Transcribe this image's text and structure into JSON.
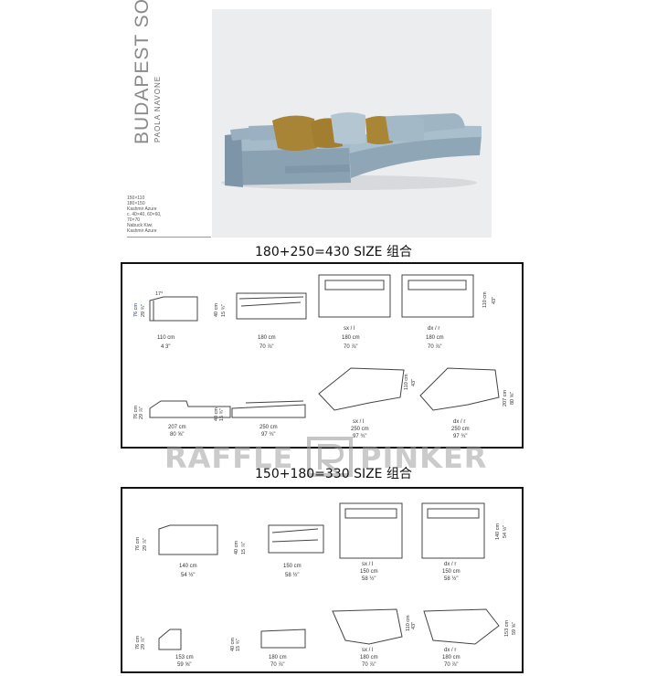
{
  "brand": {
    "title": "BUDAPEST SOFT",
    "designer": "PAOLA NAVONE"
  },
  "spec_lines": [
    "150×110",
    "180×150",
    "Kashmir Azure",
    "c. 40×40, 60×60,",
    "70×70",
    "Nabuck Kiwi",
    "Kashmir Azure"
  ],
  "headings": {
    "set1": "180+250=430 SIZE 组合",
    "set2": "150+180=330 SIZE 组合"
  },
  "watermark": {
    "left": "RAFFLE",
    "right": "PINKER"
  },
  "set1": {
    "row1": {
      "side": {
        "h": "76 cm",
        "h_in": "29 ¾\"",
        "w": "110 cm",
        "w_in": "4 3\"",
        "angle": "17°"
      },
      "front": {
        "h": "40 cm",
        "h_in": "15 ¾\"",
        "w": "180 cm",
        "w_in": "70 ⅞\""
      },
      "sx": {
        "label": "sx / l",
        "w": "180 cm",
        "w_in": "70 ⅞\""
      },
      "dx": {
        "label": "dx / r",
        "w": "180 cm",
        "w_in": "70 ⅞\"",
        "d": "110 cm",
        "d_in": "43\""
      }
    },
    "row2": {
      "side": {
        "h": "76 cm",
        "h_in": "29 ⅞\"",
        "w": "207 cm",
        "w_in": "80 ⅝\""
      },
      "front": {
        "h": "40 cm",
        "h_in": "15 ¾\"",
        "w": "250 cm",
        "w_in": "97 ¾\""
      },
      "sx": {
        "label": "sx / l",
        "w": "250 cm",
        "w_in": "97 ¾\"",
        "d": "110 cm",
        "d_in": "43\""
      },
      "dx": {
        "label": "dx / r",
        "w": "250 cm",
        "w_in": "97 ¾\"",
        "d": "207 cm",
        "d_in": "80 ⅝\""
      }
    }
  },
  "set2": {
    "row1": {
      "side": {
        "h": "76 cm",
        "h_in": "29 ⅞\"",
        "w": "140 cm",
        "w_in": "54 ½\""
      },
      "front": {
        "h": "40 cm",
        "h_in": "15 ⅞\"",
        "w": "150 cm",
        "w_in": "58 ½\""
      },
      "sx": {
        "label": "sx / l",
        "w": "150 cm",
        "w_in": "58 ½\""
      },
      "dx": {
        "label": "dx / r",
        "w": "150 cm",
        "w_in": "58 ½\"",
        "d": "140 cm",
        "d_in": "54 ½\""
      }
    },
    "row2": {
      "side": {
        "h": "76 cm",
        "h_in": "29 ⅞\"",
        "w": "153 cm",
        "w_in": "59 ⅝\""
      },
      "front": {
        "h": "40 cm",
        "h_in": "15 ¾\"",
        "w": "180 cm",
        "w_in": "70 ⅞\""
      },
      "sx": {
        "label": "sx / l",
        "w": "180 cm",
        "w_in": "70 ⅞\"",
        "d": "110 cm",
        "d_in": "43\""
      },
      "dx": {
        "label": "dx / r",
        "w": "180 cm",
        "w_in": "70 ⅞\"",
        "d": "153 cm",
        "d_in": "59 ⅝\""
      }
    }
  }
}
